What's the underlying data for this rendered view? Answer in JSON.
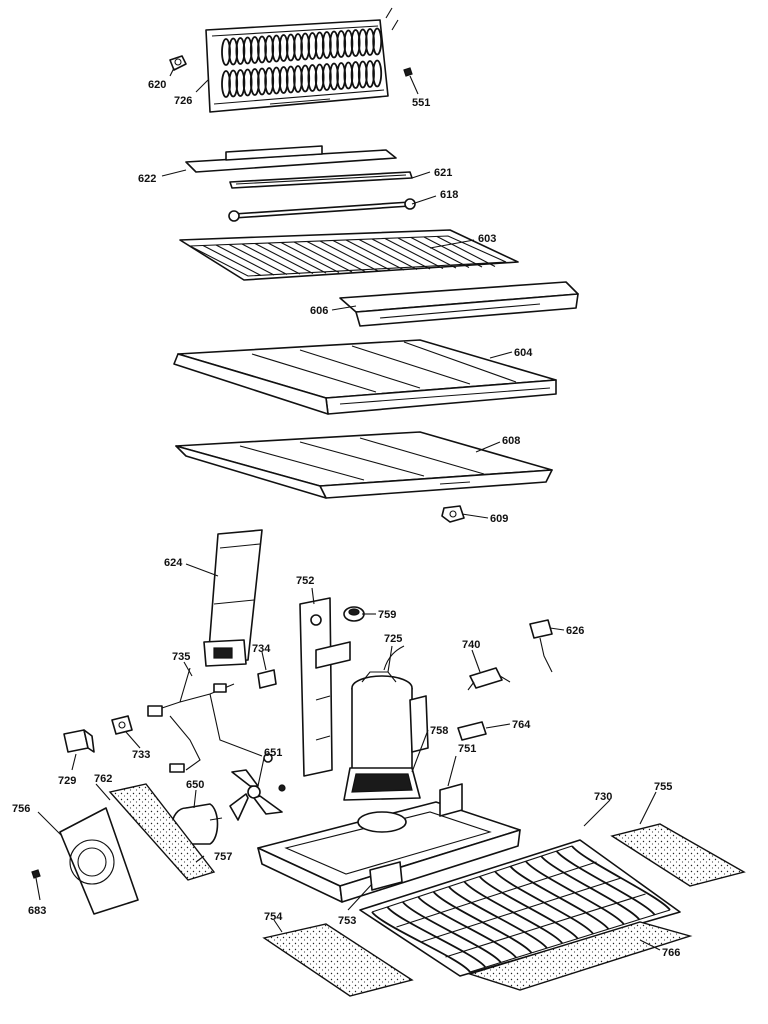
{
  "colors": {
    "ink": "#111111",
    "paper": "#ffffff"
  },
  "callouts": [
    {
      "id": "620",
      "text": "620"
    },
    {
      "id": "726",
      "text": "726"
    },
    {
      "id": "551",
      "text": "551"
    },
    {
      "id": "622",
      "text": "622"
    },
    {
      "id": "621",
      "text": "621"
    },
    {
      "id": "618",
      "text": "618"
    },
    {
      "id": "603",
      "text": "603"
    },
    {
      "id": "606",
      "text": "606"
    },
    {
      "id": "604",
      "text": "604"
    },
    {
      "id": "608",
      "text": "608"
    },
    {
      "id": "609",
      "text": "609"
    },
    {
      "id": "624",
      "text": "624"
    },
    {
      "id": "752",
      "text": "752"
    },
    {
      "id": "759",
      "text": "759"
    },
    {
      "id": "725",
      "text": "725"
    },
    {
      "id": "740",
      "text": "740"
    },
    {
      "id": "626",
      "text": "626"
    },
    {
      "id": "735",
      "text": "735"
    },
    {
      "id": "734",
      "text": "734"
    },
    {
      "id": "764",
      "text": "764"
    },
    {
      "id": "733",
      "text": "733"
    },
    {
      "id": "651",
      "text": "651"
    },
    {
      "id": "758",
      "text": "758"
    },
    {
      "id": "729",
      "text": "729"
    },
    {
      "id": "762",
      "text": "762"
    },
    {
      "id": "650",
      "text": "650"
    },
    {
      "id": "751",
      "text": "751"
    },
    {
      "id": "730",
      "text": "730"
    },
    {
      "id": "755",
      "text": "755"
    },
    {
      "id": "756",
      "text": "756"
    },
    {
      "id": "757",
      "text": "757"
    },
    {
      "id": "683",
      "text": "683"
    },
    {
      "id": "753",
      "text": "753"
    },
    {
      "id": "754",
      "text": "754"
    },
    {
      "id": "766",
      "text": "766"
    }
  ]
}
